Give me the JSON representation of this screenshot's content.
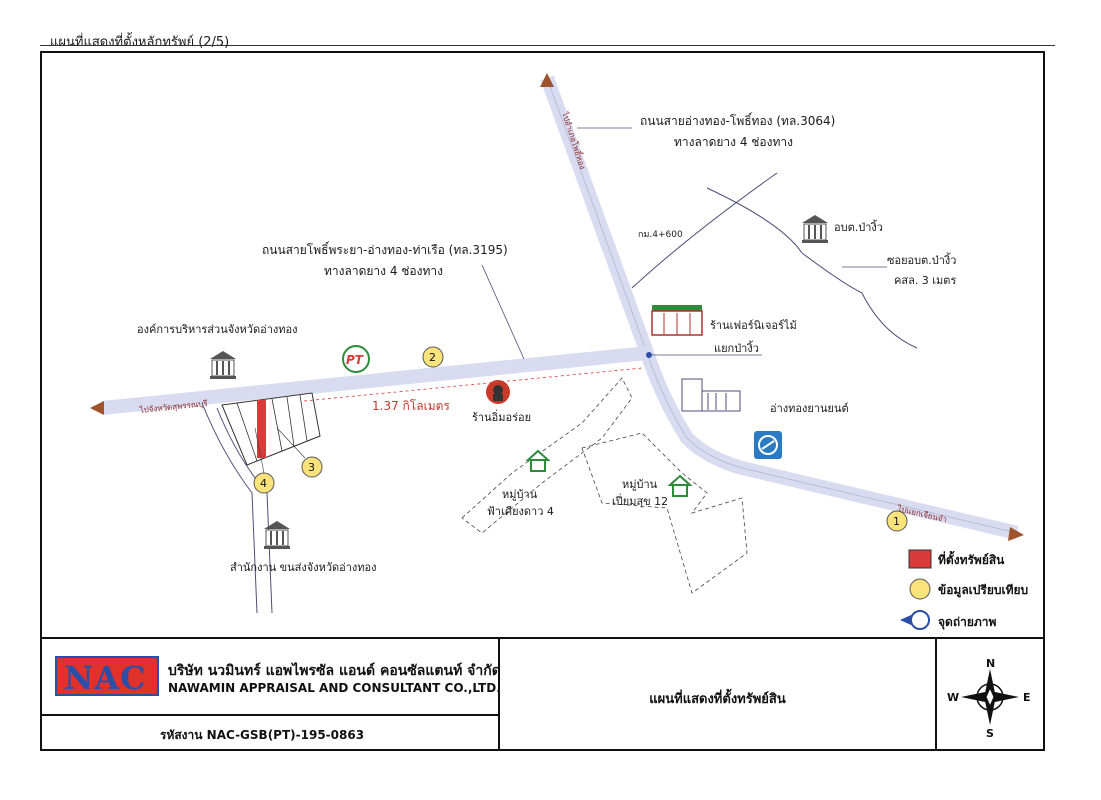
{
  "header": {
    "title": "แผนที่แสดงที่ตั้งหลักทรัพย์ (2/5)"
  },
  "roads": {
    "road_3064_name": "ถนนสายอ่างทอง-โพธิ์ทอง (ทล.3064)",
    "road_3064_type": "ทางลาดยาง 4 ช่องทาง",
    "road_3195_name": "ถนนสายโพธิ์พระยา-อ่างทอง-ท่าเรือ (ทล.3195)",
    "road_3195_type": "ทางลาดยาง 4 ช่องทาง",
    "km_marker": "กม.4+600",
    "soi_name": "ซอยอบต.ป่างิ้ว",
    "soi_type": "คสล. 3 เมตร"
  },
  "directions": {
    "north": "ไปอำเภอโพธิ์ทอง",
    "west": "ไปจังหวัดสุพรรณบุรี",
    "east": "ไปแยกเจียนจำ"
  },
  "places": {
    "junction": "แยกป่างิ้ว",
    "sao": "อบต.ป่างิ้ว",
    "furniture_shop": "ร้านเฟอร์นิเจอร์ไม้",
    "car_dealer": "อ่างทองยานยนต์",
    "provincial_admin": "องค์การบริหารส่วนจังหวัดอ่างทอง",
    "restaurant": "ร้านอิ่มอร่อย",
    "village1_line1": "หมู่บ้าน",
    "village1_line2": "ฟ้าเคียงดาว 4",
    "village2_line1": "หมู่บ้าน",
    "village2_line2": "เปี่ยมสุข 12",
    "transport_office": "สำนักงาน ขนส่งจังหวัดอ่างทอง",
    "pt_logo": "PT"
  },
  "distance": "1.37 กิโลเมตร",
  "markers": [
    "1",
    "2",
    "3",
    "4"
  ],
  "legend": {
    "property": "ที่ตั้งทรัพย์สิน",
    "comparison": "ข้อมูลเปรียบเทียบ",
    "photo_point": "จุดถ่ายภาพ"
  },
  "footer": {
    "logo_text": "NAC",
    "company_th": "บริษัท นวมินทร์ แอพไพรซัล แอนด์ คอนซัลแตนท์ จำกัด",
    "company_en": "NAWAMIN APPRAISAL AND CONSULTANT CO.,LTD.",
    "code": "รหัสงาน  NAC-GSB(PT)-195-0863",
    "caption": "แผนที่แสดงที่ตั้งทรัพย์สิน"
  },
  "compass": {
    "n": "N",
    "s": "S",
    "e": "E",
    "w": "W"
  },
  "colors": {
    "road": "#d9dcf0",
    "property": "#d93a3a",
    "comparison": "#fbe37c",
    "distance": "#c0392b",
    "nac_red": "#e0312a",
    "nac_blue": "#2b4fa8"
  }
}
